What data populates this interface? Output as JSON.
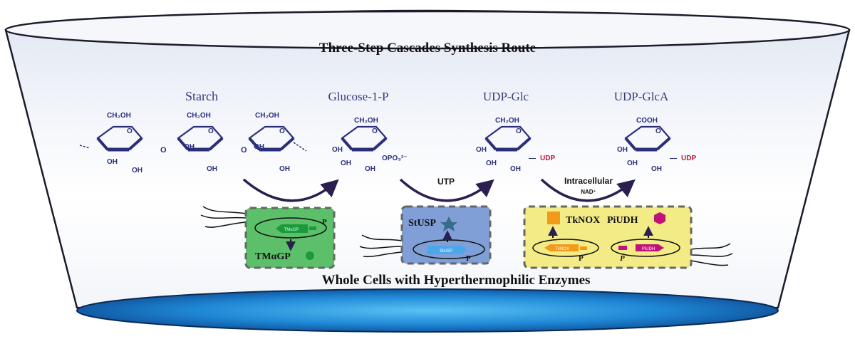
{
  "title": "Three-Step Cascades Synthesis Route",
  "bottom_label": "Whole Cells with Hyperthermophilic Enzymes",
  "compounds": [
    {
      "name": "Starch"
    },
    {
      "name": "Glucose-1-P"
    },
    {
      "name": "UDP-Glc"
    },
    {
      "name": "UDP-GlcA"
    }
  ],
  "structure_labels": {
    "ch2oh": "CH₂OH",
    "oh": "OH",
    "o": "O",
    "opo3": "OPO₃²⁻",
    "udp": "UDP",
    "cooh": "COOH"
  },
  "reaction_labels": {
    "utp": "UTP",
    "intracellular": "Intracellular",
    "nad": "NAD⁺"
  },
  "cells": [
    {
      "enzyme": "TMαGP",
      "gene": "TMαGP",
      "promoter": "P"
    },
    {
      "enzyme": "StUSP",
      "gene": "StUSP",
      "promoter": "P"
    },
    {
      "enzyme_a": "TkNOX",
      "gene_a": "TkNOX",
      "promoter_a": "P",
      "enzyme_b": "PiUDH",
      "gene_b": "PiUDH",
      "promoter_b": "P"
    }
  ],
  "colors": {
    "navy": "#2b2f7a",
    "udp_red": "#c0143c",
    "arrow": "#2a1f4f",
    "cell1_fill": "#5cc06a",
    "cell2_fill": "#7f9fd6",
    "cell3_fill": "#f2eb86",
    "gene_green": "#1a9a3a",
    "gene_blue": "#4aa8ea",
    "gene_orange": "#f29a1a",
    "gene_magenta": "#c0127a"
  }
}
